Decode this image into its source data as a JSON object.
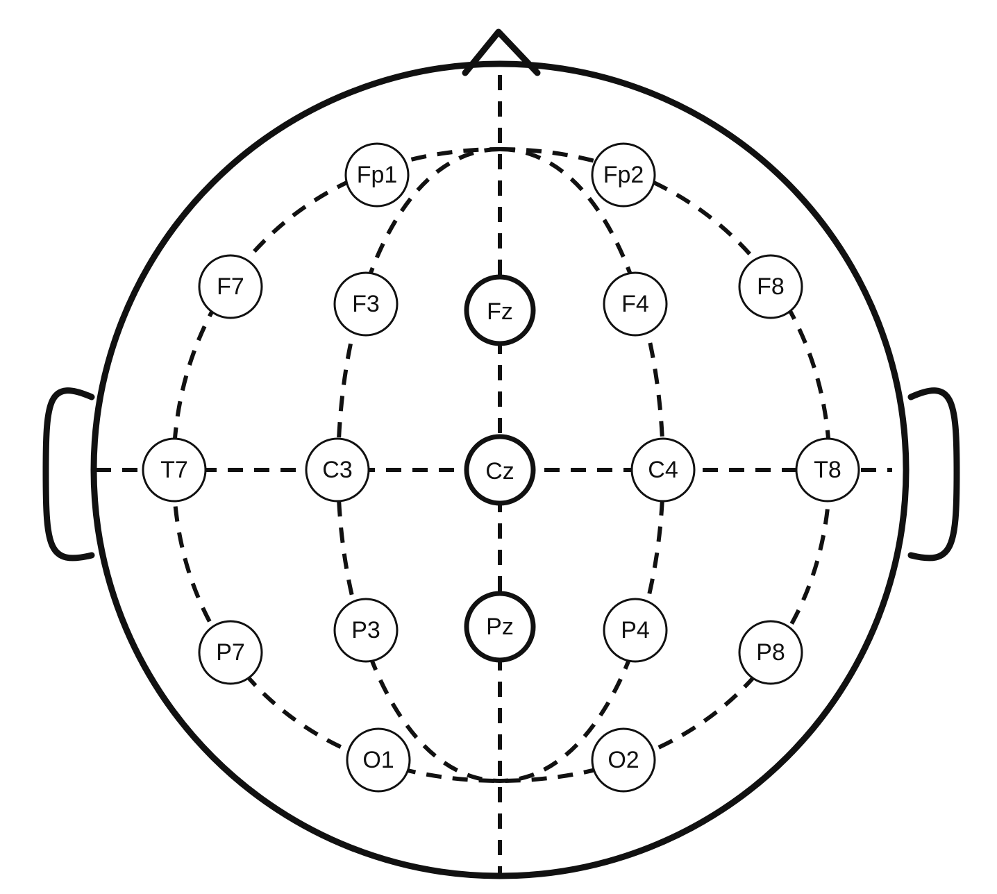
{
  "diagram": {
    "highlight_color": "#e01b1b",
    "line_color": "#111111",
    "electrodes": [
      {
        "id": "fp1",
        "label": "Fp1",
        "highlighted": false
      },
      {
        "id": "fp2",
        "label": "Fp2",
        "highlighted": false
      },
      {
        "id": "f7",
        "label": "F7",
        "highlighted": false
      },
      {
        "id": "f3",
        "label": "F3",
        "highlighted": false
      },
      {
        "id": "fz",
        "label": "Fz",
        "highlighted": true
      },
      {
        "id": "f4",
        "label": "F4",
        "highlighted": false
      },
      {
        "id": "f8",
        "label": "F8",
        "highlighted": false
      },
      {
        "id": "t7",
        "label": "T7",
        "highlighted": false
      },
      {
        "id": "c3",
        "label": "C3",
        "highlighted": false
      },
      {
        "id": "cz",
        "label": "Cz",
        "highlighted": true
      },
      {
        "id": "c4",
        "label": "C4",
        "highlighted": false
      },
      {
        "id": "t8",
        "label": "T8",
        "highlighted": false
      },
      {
        "id": "p7",
        "label": "P7",
        "highlighted": false
      },
      {
        "id": "p3",
        "label": "P3",
        "highlighted": false
      },
      {
        "id": "pz",
        "label": "Pz",
        "highlighted": true
      },
      {
        "id": "p4",
        "label": "P4",
        "highlighted": false
      },
      {
        "id": "p8",
        "label": "P8",
        "highlighted": false
      },
      {
        "id": "o1",
        "label": "O1",
        "highlighted": false
      },
      {
        "id": "o2",
        "label": "O2",
        "highlighted": false
      }
    ]
  }
}
